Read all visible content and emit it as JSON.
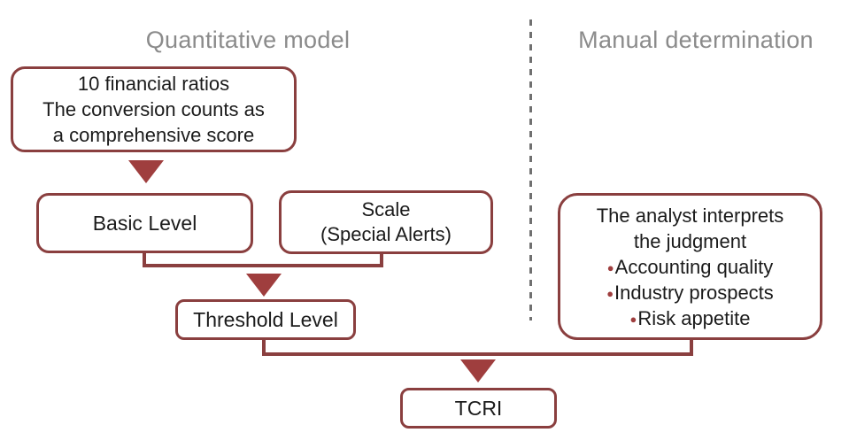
{
  "colors": {
    "accent": "#8a3f3f",
    "arrow": "#9f3e3e",
    "title_gray": "#8b8b8b",
    "dash_gray": "#707070",
    "text": "#1b1b1b",
    "bg": "#ffffff"
  },
  "sections": {
    "left_title": "Quantitative model",
    "right_title": "Manual determination"
  },
  "nodes": {
    "ratios": {
      "lines": [
        "10 financial ratios",
        "The conversion counts as",
        "a comprehensive score"
      ]
    },
    "basic": {
      "label": "Basic Level"
    },
    "scale": {
      "lines": [
        "Scale",
        "(Special Alerts)"
      ]
    },
    "threshold": {
      "label": "Threshold Level"
    },
    "analyst": {
      "lines": [
        "The analyst interprets",
        "the judgment"
      ],
      "bullets": [
        "Accounting quality",
        "Industry prospects",
        "Risk appetite"
      ]
    },
    "tcri": {
      "label": "TCRI"
    }
  },
  "icons": {
    "bullet": "●"
  }
}
